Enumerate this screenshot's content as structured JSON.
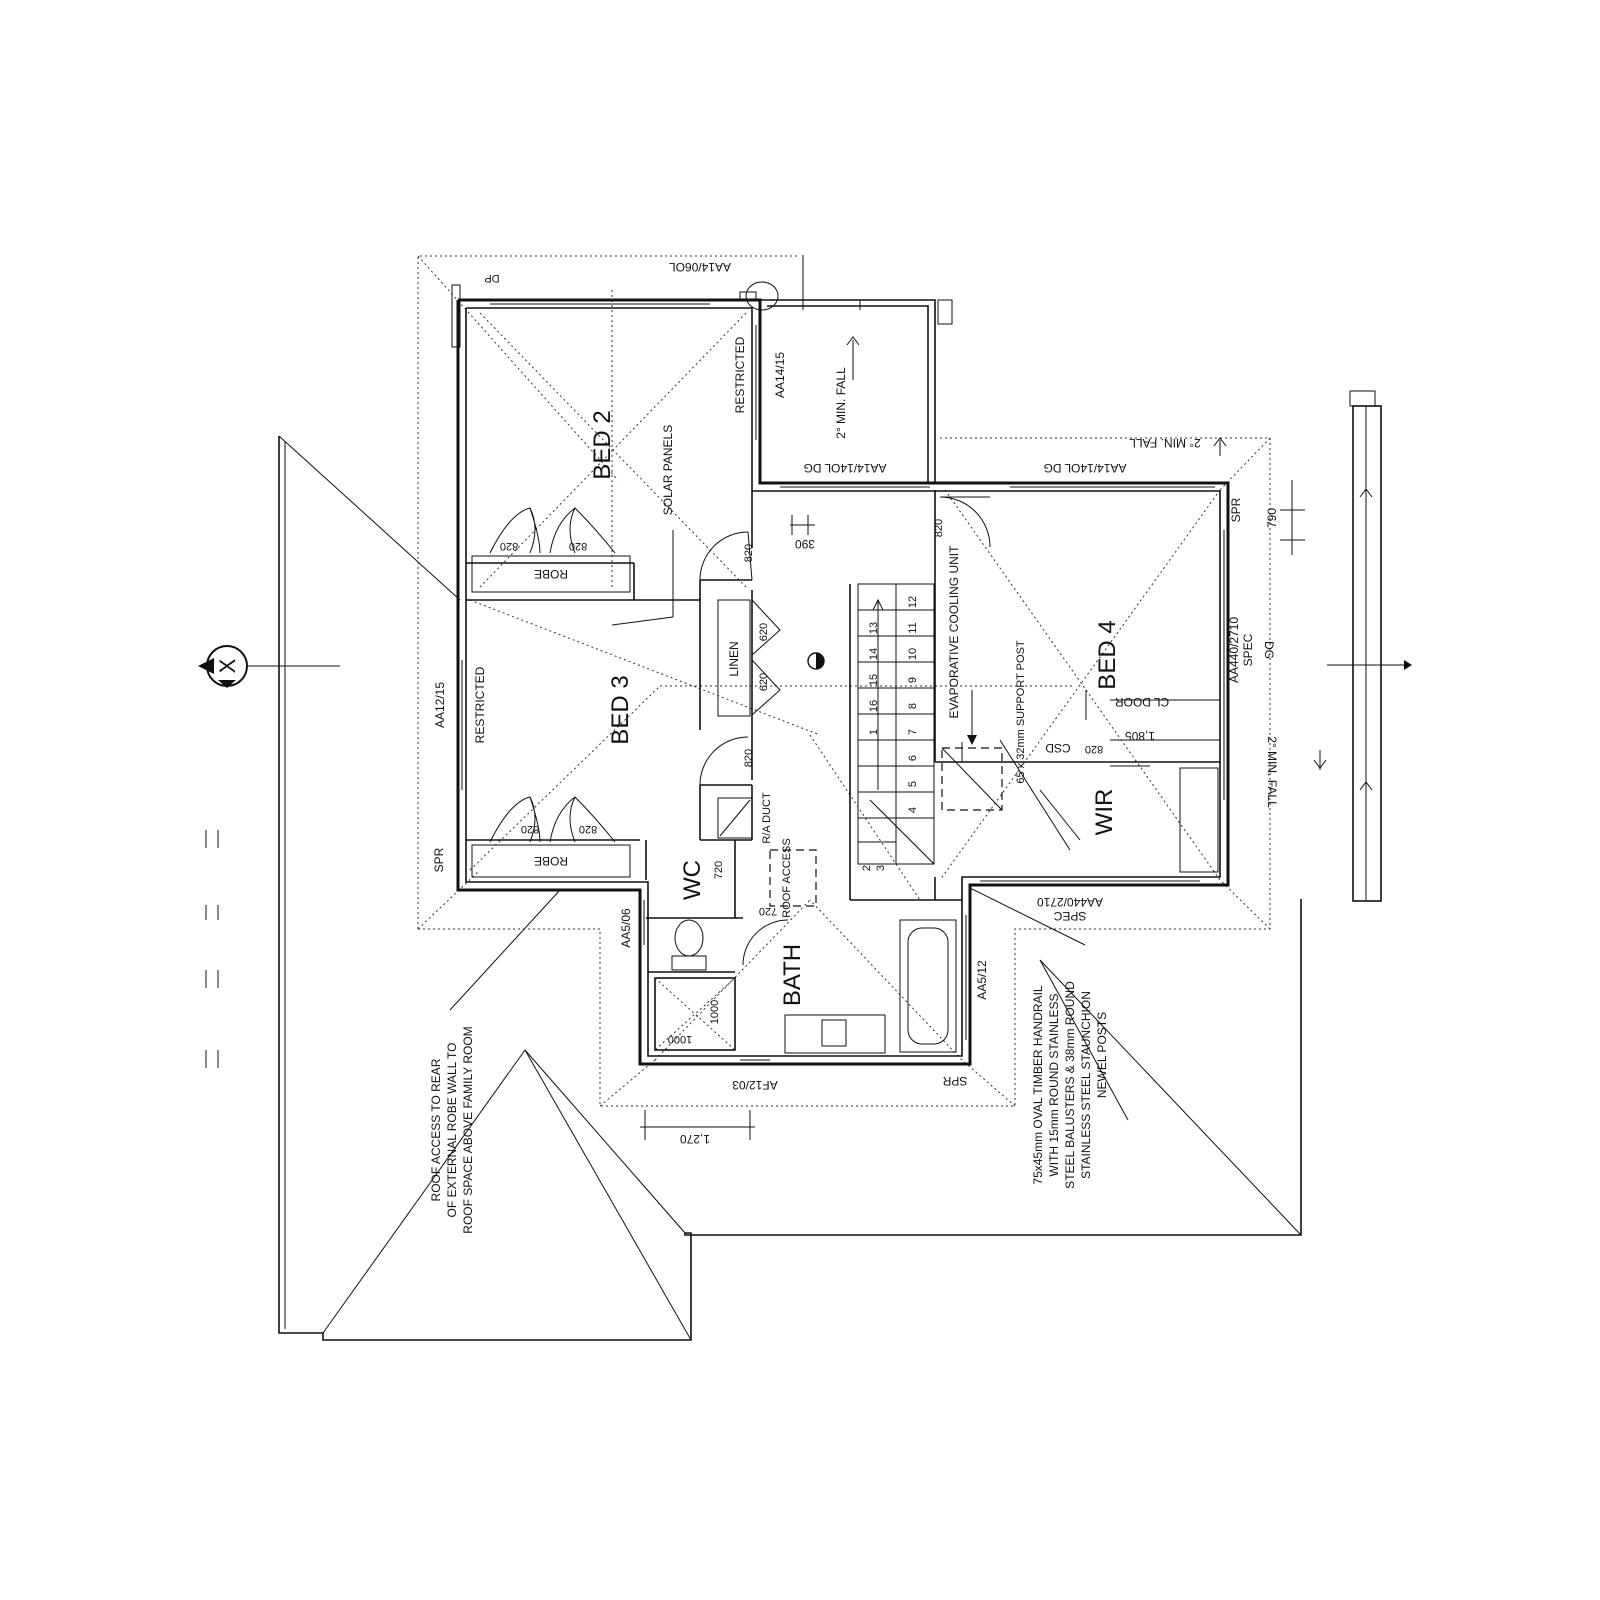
{
  "rooms": {
    "bed2": "BED 2",
    "bed3": "BED 3",
    "bed4": "BED 4",
    "wc": "WC",
    "bath": "BATH",
    "wir": "WIR"
  },
  "fixtures": {
    "robe_top": "ROBE",
    "robe_bottom": "ROBE",
    "linen": "LINEN",
    "ra_duct": "R/A DUCT",
    "roof_access": "ROOF ACCESS",
    "evap_cooling": "EVAPORATIVE COOLING UNIT",
    "support_post": "65 x 32mm SUPPORT POST",
    "cl_door": "CL DOOR",
    "csd": "CSD",
    "solar_panels": "SOLAR PANELS",
    "dp": "DP"
  },
  "windows": {
    "top": "AA14/06OL",
    "bed2_side": "AA14/15",
    "bed2_restricted": "RESTRICTED",
    "bed3_restricted": "RESTRICTED",
    "bed3_side": "AA12/15",
    "wc_side": "AA5/06",
    "bath_side": "AA5/12",
    "bath_bottom": "AF12/03",
    "bed4_bottom": "AA440/2710",
    "bed4_bottom_spec": "SPEC",
    "bed4_top_1": "AA14/14OL DG",
    "bed4_top_2": "AA14/14OL DG",
    "bed4_right": "AA440/2710",
    "bed4_right_spec": "SPEC",
    "bed4_right_dg": "DG"
  },
  "dimensions": {
    "door_bed2_robe_a": "820",
    "door_bed2_robe_b": "820",
    "door_bed2": "820",
    "door_390": "390",
    "door_bed4": "820",
    "linen_a": "620",
    "linen_b": "620",
    "door_bed3": "820",
    "door_bed3_robe_a": "820",
    "door_bed3_robe_b": "820",
    "door_wc": "720",
    "door_bath": "720",
    "shower_a": "1000",
    "shower_b": "1000",
    "width_1270": "1,270",
    "width_1805": "1,805",
    "csd_820": "820",
    "dim_790": "790"
  },
  "stairs": [
    "1",
    "2",
    "3",
    "4",
    "5",
    "6",
    "7",
    "8",
    "9",
    "10",
    "11",
    "12",
    "13",
    "14",
    "15",
    "16"
  ],
  "spr_labels": [
    "SPR",
    "SPR",
    "SPR"
  ],
  "falls": {
    "fall_top": "2° MIN. FALL",
    "fall_right_top": "2° MIN. FALL",
    "fall_right_bottom": "2° MIN. FALL"
  },
  "notes": {
    "roof_access_note_1": "ROOF ACCESS TO REAR",
    "roof_access_note_2": "OF EXTERNAL ROBE WALL TO",
    "roof_access_note_3": "ROOF SPACE ABOVE FAMILY ROOM",
    "handrail_1": "75x45mm OVAL TIMBER HANDRAIL",
    "handrail_2": "WITH 15mm ROUND STAINLESS",
    "handrail_3": "STEEL BALUSTERS & 38mm ROUND",
    "handrail_4": "STAINLESS STEEL STAUNCHION",
    "handrail_5": "NEWEL POSTS"
  },
  "section_marker": "X"
}
